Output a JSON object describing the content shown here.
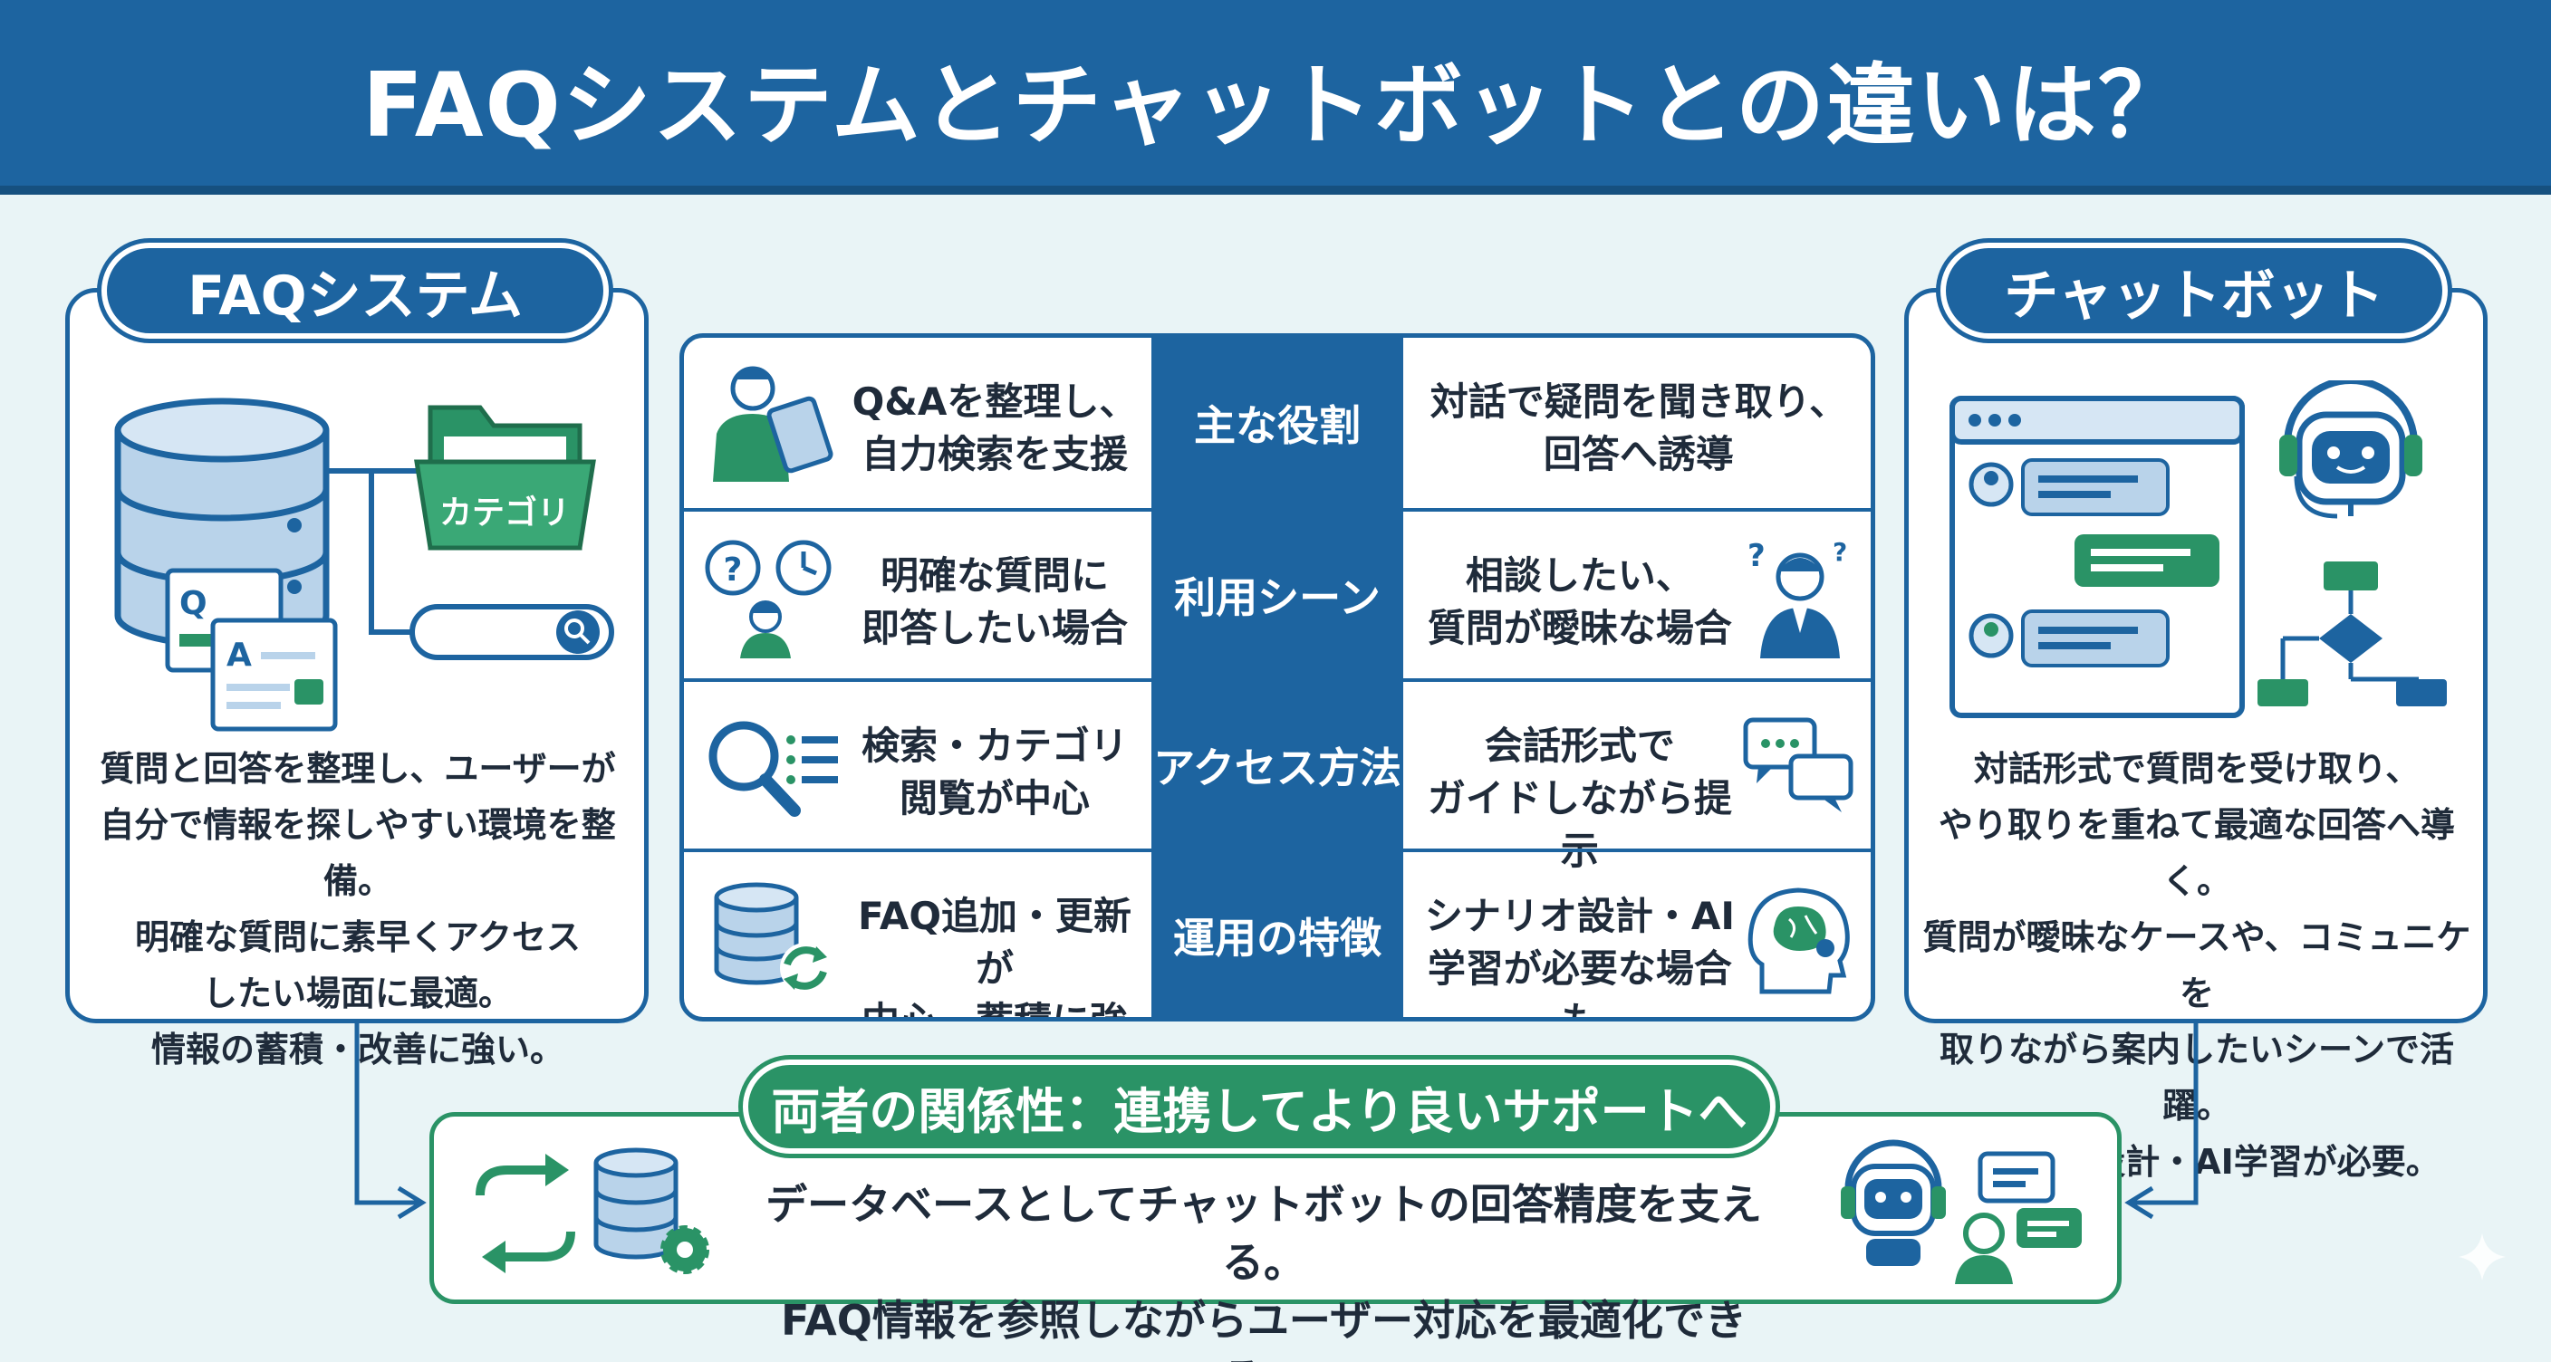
{
  "title": "FAQシステムとチャットボットとの違いは？",
  "left_panel": {
    "heading": "FAQシステム",
    "folder_label": "カテゴリ",
    "q_mark": "Q",
    "a_mark": "A",
    "description": [
      "質問と回答を整理し、ユーザーが",
      "自分で情報を探しやすい環境を整備。",
      "明確な質問に素早くアクセス",
      "したい場面に最適。",
      "情報の蓄積・改善に強い。"
    ]
  },
  "right_panel": {
    "heading": "チャットボット",
    "description": [
      "対話形式で質問を受け取り、",
      "やり取りを重ねて最適な回答へ導く。",
      "質問が曖昧なケースや、コミュニケを",
      "取りながら案内したいシーンで活躍。",
      "シナリオ設計・AI学習が必要。"
    ]
  },
  "comparison": [
    {
      "category": "主な役割",
      "faq": [
        "Q&Aを整理し、",
        "自力検索を支援"
      ],
      "chatbot": [
        "対話で疑問を聞き取り、",
        "回答へ誘導"
      ]
    },
    {
      "category": "利用シーン",
      "faq": [
        "明確な質問に",
        "即答したい場合"
      ],
      "chatbot": [
        "相談したい、",
        "質問が曖昧な場合"
      ]
    },
    {
      "category": "アクセス方法",
      "faq": [
        "検索・カテゴリ",
        "閲覧が中心"
      ],
      "chatbot": [
        "会話形式で",
        "ガイドしながら提示"
      ]
    },
    {
      "category": "運用の特徴",
      "faq": [
        "FAQ追加・更新が",
        "中心、蓄積に強い"
      ],
      "chatbot": [
        "シナリオ設計・AI",
        "学習が必要な場合も"
      ]
    }
  ],
  "relationship": {
    "heading": "両者の関係性：連携してより良いサポートへ",
    "lines": [
      "データベースとしてチャットボットの回答精度を支える。",
      "FAQ情報を参照しながらユーザー対応を最適化できる。"
    ]
  },
  "colors": {
    "primary_blue": "#1d64a0",
    "green": "#2a9366",
    "light_blue": "#b9d3ea",
    "background": "#e9f4f6"
  },
  "icons": [
    "database-icon",
    "folder-icon",
    "search-bar-icon",
    "qa-card-icon",
    "chat-window-icon",
    "robot-headset-icon",
    "flowchart-icon",
    "person-tablet-icon",
    "question-clock-icon",
    "confused-person-icon",
    "magnifier-list-icon",
    "chat-bubbles-icon",
    "database-refresh-icon",
    "brain-head-icon",
    "sync-arrows-icon",
    "database-gear-icon",
    "robot-user-chat-icon"
  ]
}
